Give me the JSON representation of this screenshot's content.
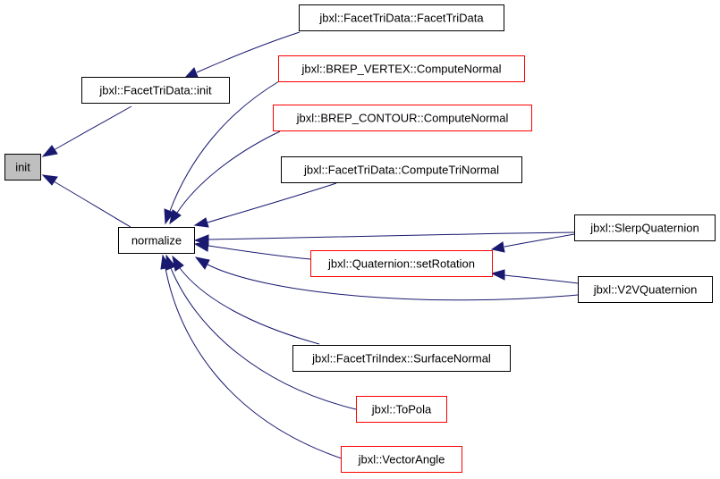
{
  "colors": {
    "edge": "#191970",
    "normal_border": "#000000",
    "truncated_border": "#ff0000",
    "highlight_fill": "#bfbfbf",
    "background": "#ffffff"
  },
  "nodes": {
    "init": {
      "label": "init",
      "style": "highlight"
    },
    "facet_init": {
      "label": "jbxl::FacetTriData::init",
      "style": "normal"
    },
    "facet_ctor": {
      "label": "jbxl::FacetTriData::FacetTriData",
      "style": "normal"
    },
    "normalize": {
      "label": "normalize",
      "style": "normal"
    },
    "brep_vertex": {
      "label": "jbxl::BREP_VERTEX::ComputeNormal",
      "style": "truncated"
    },
    "brep_contour": {
      "label": "jbxl::BREP_CONTOUR::ComputeNormal",
      "style": "truncated"
    },
    "compute_tri": {
      "label": "jbxl::FacetTriData::ComputeTriNormal",
      "style": "normal"
    },
    "set_rotation": {
      "label": "jbxl::Quaternion::setRotation",
      "style": "truncated"
    },
    "slerp": {
      "label": "jbxl::SlerpQuaternion",
      "style": "normal"
    },
    "v2v": {
      "label": "jbxl::V2VQuaternion",
      "style": "normal"
    },
    "surface_normal": {
      "label": "jbxl::FacetTriIndex::SurfaceNormal",
      "style": "normal"
    },
    "topola": {
      "label": "jbxl::ToPola",
      "style": "truncated"
    },
    "vector_angle": {
      "label": "jbxl::VectorAngle",
      "style": "truncated"
    }
  }
}
